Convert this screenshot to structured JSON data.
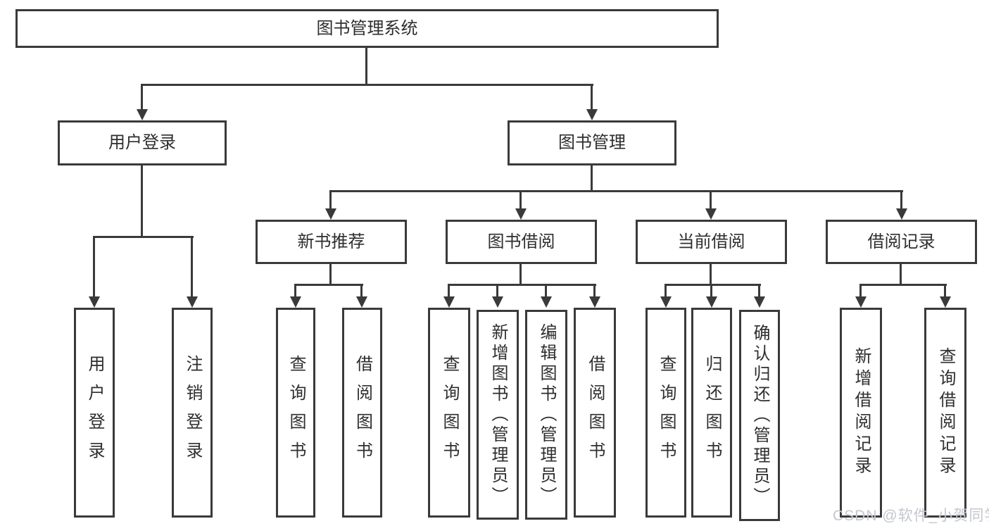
{
  "tree": {
    "root": {
      "label": "图书管理系统"
    },
    "branches": [
      {
        "label": "用户登录",
        "children": [
          {
            "label": "用户登录"
          },
          {
            "label": "注销登录"
          }
        ]
      },
      {
        "label": "图书管理",
        "children": [
          {
            "label": "新书推荐",
            "children": [
              {
                "label": "查询图书"
              },
              {
                "label": "借阅图书"
              }
            ]
          },
          {
            "label": "图书借阅",
            "children": [
              {
                "label": "查询图书"
              },
              {
                "label": "新增图书（管理员）"
              },
              {
                "label": "编辑图书（管理员）"
              },
              {
                "label": "借阅图书"
              }
            ]
          },
          {
            "label": "当前借阅",
            "children": [
              {
                "label": "查询图书"
              },
              {
                "label": "归还图书"
              },
              {
                "label": "确认归还（管理员）"
              }
            ]
          },
          {
            "label": "借阅记录",
            "children": [
              {
                "label": "新增借阅记录"
              },
              {
                "label": "查询借阅记录"
              }
            ]
          }
        ]
      }
    ]
  },
  "watermark": "CSDN @软件_小贺同学",
  "colors": {
    "line": "#3a3a3a",
    "text": "#2e2e2e",
    "background": "#ffffff",
    "watermark": "#c3c7ce"
  }
}
